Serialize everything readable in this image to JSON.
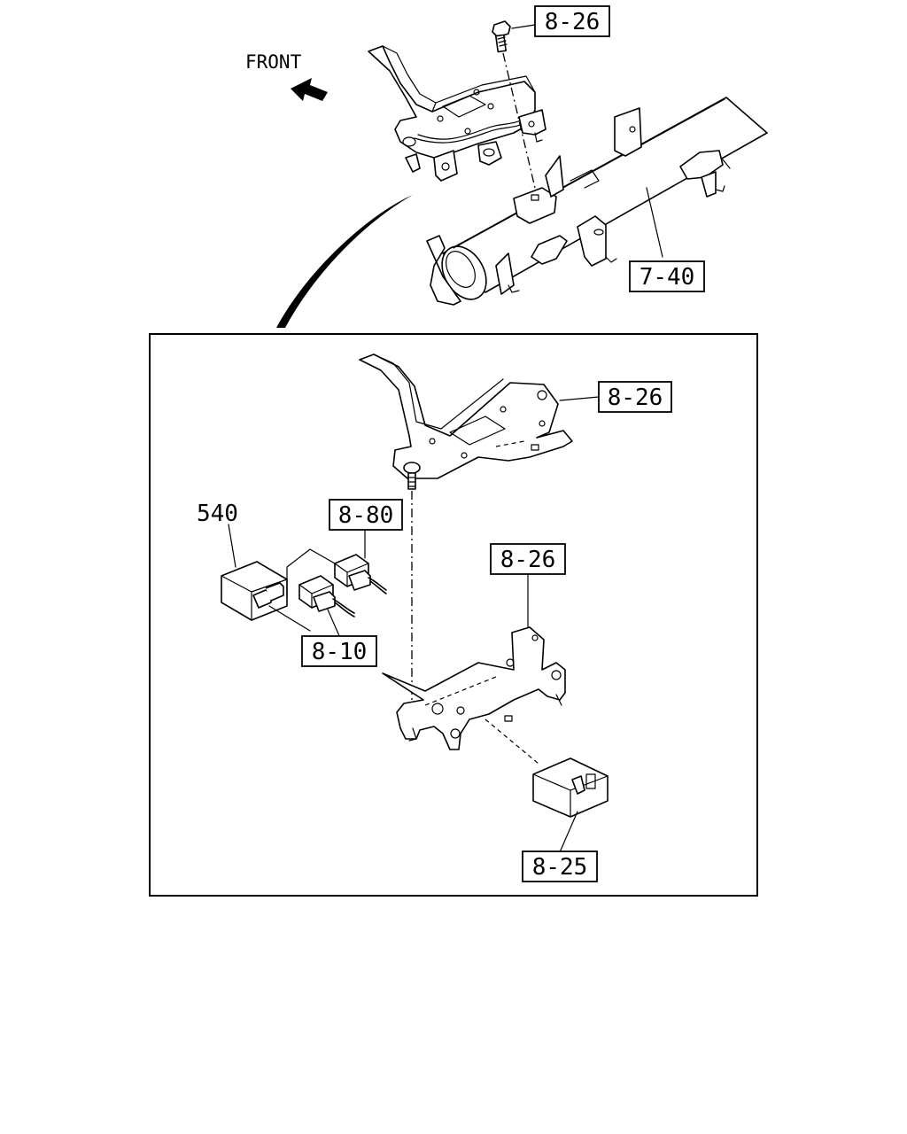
{
  "orientation": {
    "text": "FRONT",
    "icon": "arrow-front-icon"
  },
  "callouts": {
    "top_bolt": "8-26",
    "cross_member": "7-40",
    "upper_bracket": "8-26",
    "relay_540": "540",
    "connector_880": "8-80",
    "lower_bracket": "8-26",
    "harness_810": "8-10",
    "relay_825": "8-25"
  }
}
